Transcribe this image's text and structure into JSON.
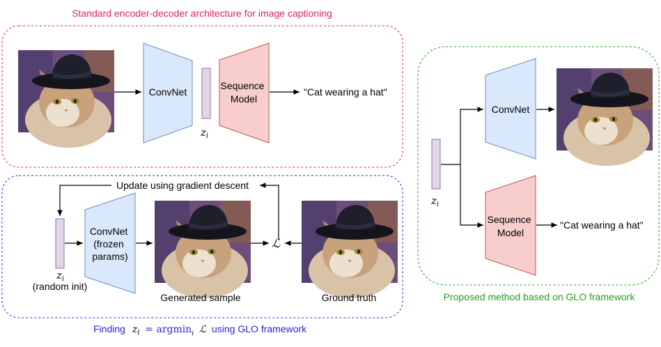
{
  "colors": {
    "pink_frame": "#d6246e",
    "blue_frame": "#2525e0",
    "green_frame": "#22a022",
    "encoder_fill": "#dae8fc",
    "encoder_stroke": "#6c8ebf",
    "decoder_fill": "#f8cecc",
    "decoder_stroke": "#b85450",
    "latent_fill": "#e1d5e7",
    "latent_stroke": "#9673a6"
  },
  "top_panel": {
    "title": "Standard encoder-decoder architecture for image captioning",
    "encoder_label": "ConvNet",
    "decoder_label_line1": "Sequence",
    "decoder_label_line2": "Model",
    "latent_label": "z",
    "latent_sub": "i",
    "output_caption": "\"Cat wearing a hat\""
  },
  "bottom_panel": {
    "caption_prefix": "Finding",
    "caption_eq": "= argmin",
    "caption_suffix": "using GLO framework",
    "update_label": "Update using gradient descent",
    "encoder_line1": "ConvNet",
    "encoder_line2": "(frozen",
    "encoder_line3": "params)",
    "latent_label": "z",
    "latent_sub": "i",
    "latent_note": "(random init)",
    "loss_symbol": "ℒ",
    "generated_label": "Generated sample",
    "truth_label": "Ground truth"
  },
  "right_panel": {
    "caption": "Proposed method based on GLO framework",
    "encoder_label": "ConvNet",
    "decoder_label_line1": "Sequence",
    "decoder_label_line2": "Model",
    "latent_label": "z",
    "latent_sub": "i",
    "output_caption": "\"Cat wearing a hat\""
  }
}
